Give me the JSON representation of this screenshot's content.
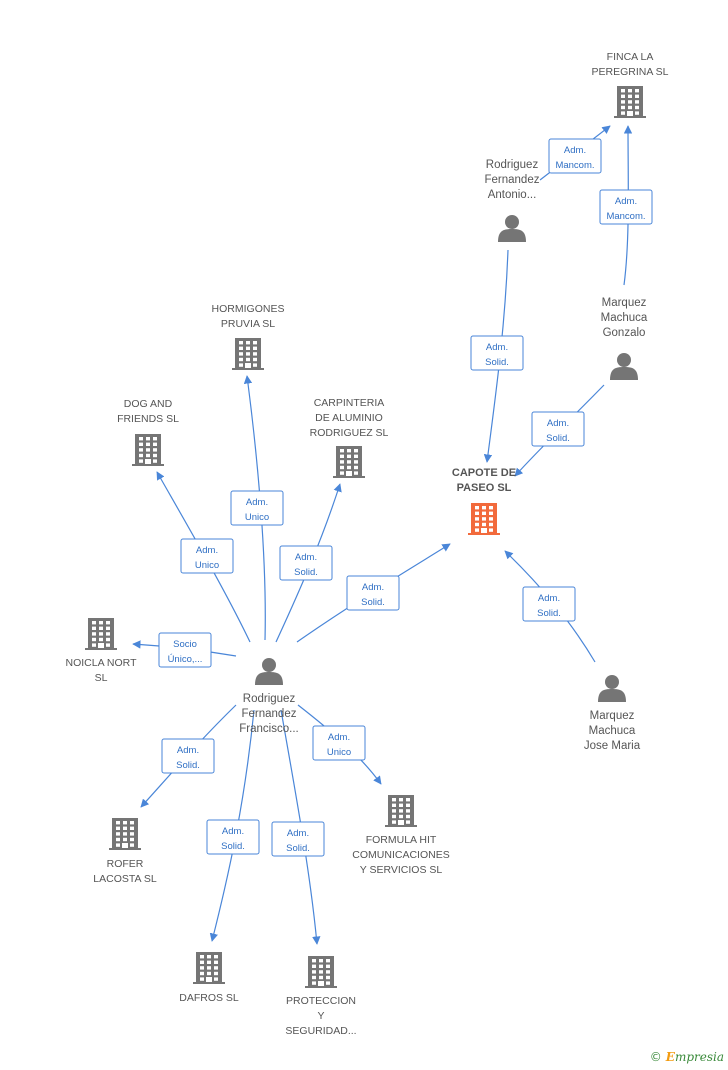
{
  "colors": {
    "edge": "#4a86d8",
    "node_company": "#757575",
    "node_main": "#f26a3c",
    "node_person": "#757575"
  },
  "nodes": [
    {
      "id": "capote",
      "type": "company-main",
      "lines": [
        "CAPOTE DE",
        "PASEO SL"
      ]
    },
    {
      "id": "finca",
      "type": "company",
      "lines": [
        "FINCA LA",
        "PEREGRINA SL"
      ]
    },
    {
      "id": "hormigones",
      "type": "company",
      "lines": [
        "HORMIGONES",
        "PRUVIA SL"
      ]
    },
    {
      "id": "dog",
      "type": "company",
      "lines": [
        "DOG AND",
        "FRIENDS SL"
      ]
    },
    {
      "id": "carpinteria",
      "type": "company",
      "lines": [
        "CARPINTERIA",
        "DE ALUMINIO",
        "RODRIGUEZ SL"
      ]
    },
    {
      "id": "noicla",
      "type": "company",
      "lines": [
        "NOICLA NORT",
        "SL"
      ]
    },
    {
      "id": "rofer",
      "type": "company",
      "lines": [
        "ROFER",
        "LACOSTA  SL"
      ]
    },
    {
      "id": "dafros",
      "type": "company",
      "lines": [
        "DAFROS  SL"
      ]
    },
    {
      "id": "proteccion",
      "type": "company",
      "lines": [
        "PROTECCION",
        "Y",
        "SEGURIDAD..."
      ]
    },
    {
      "id": "formula",
      "type": "company",
      "lines": [
        "FORMULA HIT",
        "COMUNICACIONES",
        "Y SERVICIOS  SL"
      ]
    },
    {
      "id": "rod_antonio",
      "type": "person",
      "lines": [
        "Rodriguez",
        "Fernandez",
        "Antonio..."
      ]
    },
    {
      "id": "marquez_gonzalo",
      "type": "person",
      "lines": [
        "Marquez",
        "Machuca",
        "Gonzalo"
      ]
    },
    {
      "id": "marquez_jose",
      "type": "person",
      "lines": [
        "Marquez",
        "Machuca",
        "Jose Maria"
      ]
    },
    {
      "id": "rod_francisco",
      "type": "person",
      "lines": [
        "Rodriguez",
        "Fernandez",
        "Francisco..."
      ]
    }
  ],
  "edges": [
    {
      "id": "e1",
      "lines": [
        "Adm.",
        "Mancom."
      ]
    },
    {
      "id": "e2",
      "lines": [
        "Adm.",
        "Mancom."
      ]
    },
    {
      "id": "e3",
      "lines": [
        "Adm.",
        "Solid."
      ]
    },
    {
      "id": "e4",
      "lines": [
        "Adm.",
        "Solid."
      ]
    },
    {
      "id": "e5",
      "lines": [
        "Adm.",
        "Solid."
      ]
    },
    {
      "id": "e6",
      "lines": [
        "Adm.",
        "Solid."
      ]
    },
    {
      "id": "e7",
      "lines": [
        "Adm.",
        "Unico"
      ]
    },
    {
      "id": "e8",
      "lines": [
        "Adm.",
        "Unico"
      ]
    },
    {
      "id": "e9",
      "lines": [
        "Adm.",
        "Solid."
      ]
    },
    {
      "id": "e10",
      "lines": [
        "Socio",
        "Único,..."
      ]
    },
    {
      "id": "e11",
      "lines": [
        "Adm.",
        "Solid."
      ]
    },
    {
      "id": "e12",
      "lines": [
        "Adm.",
        "Solid."
      ]
    },
    {
      "id": "e13",
      "lines": [
        "Adm.",
        "Solid."
      ]
    },
    {
      "id": "e14",
      "lines": [
        "Adm.",
        "Unico"
      ]
    }
  ],
  "footer": {
    "copyright": "©",
    "brand_e": "E",
    "brand_rest": "mpresia"
  }
}
